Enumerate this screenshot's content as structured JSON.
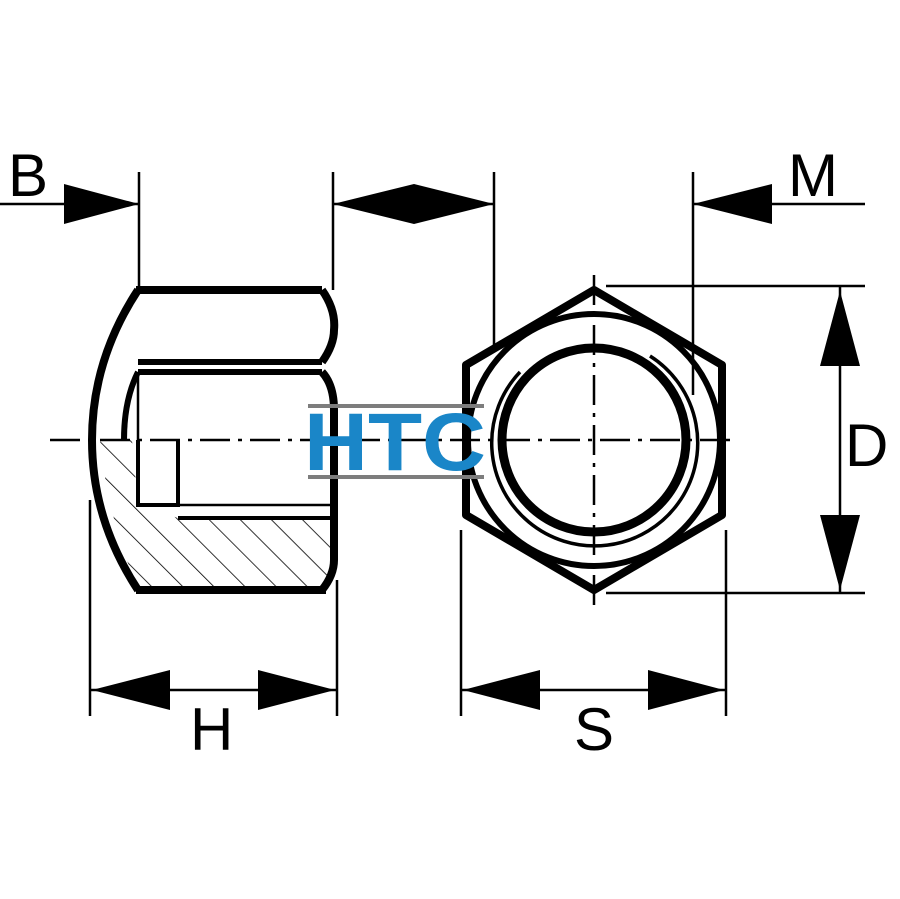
{
  "labels": {
    "b": "B",
    "m": "M",
    "d": "D",
    "h": "H",
    "s": "S"
  },
  "logo": {
    "text": "HTC",
    "color": "#1a86c8",
    "bar_color": "#7d7d7d"
  },
  "colors": {
    "line": "#000000",
    "background": "#ffffff"
  }
}
